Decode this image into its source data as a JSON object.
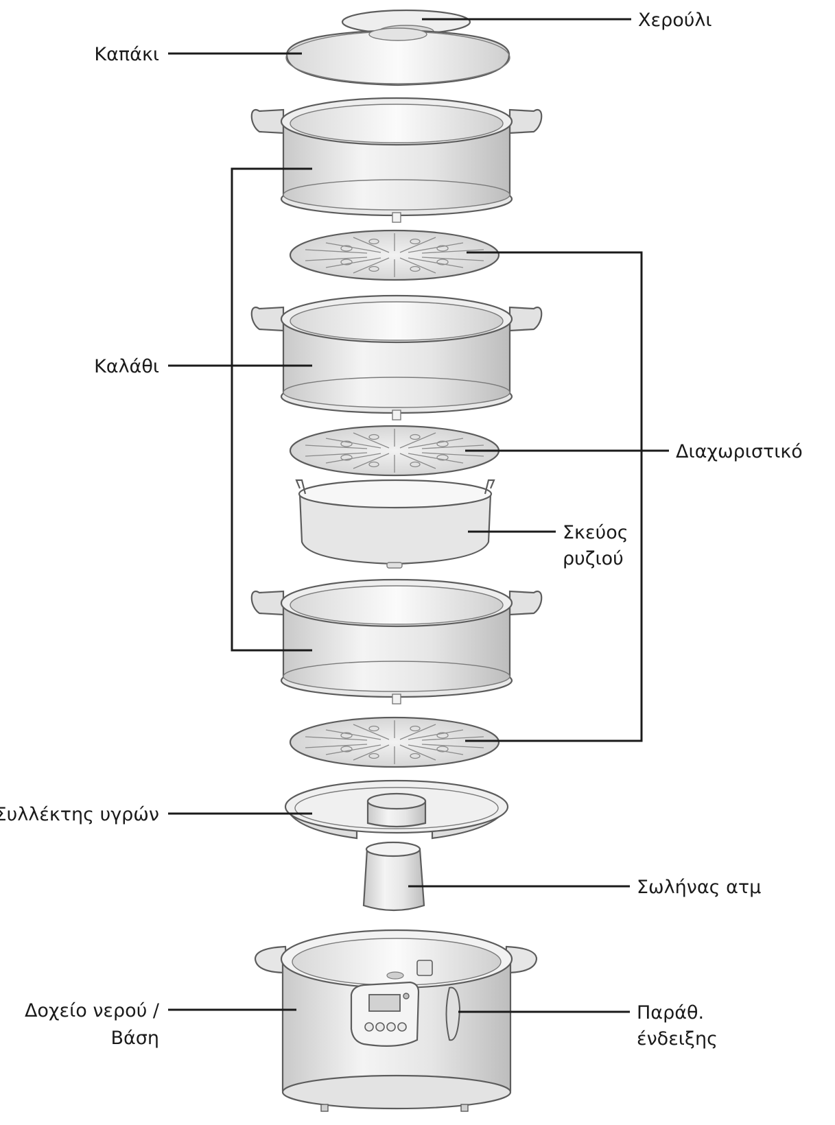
{
  "labels": {
    "handle": "Χερούλι",
    "lid": "Καπάκι",
    "basket": "Καλάθι",
    "divider": "Διαχωριστικό",
    "rice_bowl_line1": "Σκεύος",
    "rice_bowl_line2": "ρυζιού",
    "drip_tray": "Συλλέκτης υγρών",
    "steam_tube": "Σωλήνας ατμ",
    "water_base_line1": "Δοχείο νερού /",
    "water_base_line2": "Βάση",
    "indicator_line1": "Παράθ.",
    "indicator_line2": "ένδειξης"
  }
}
